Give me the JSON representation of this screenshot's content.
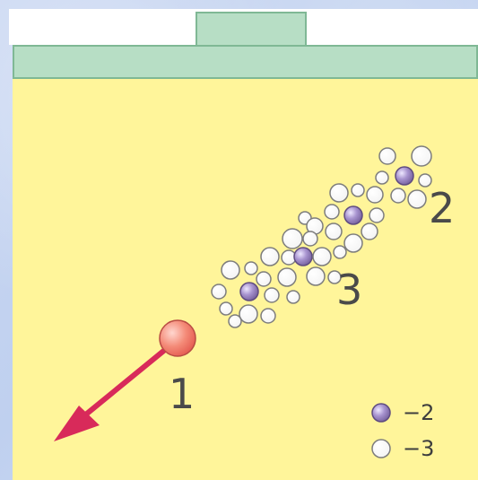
{
  "labels": {
    "projectile": "1",
    "track_end": "2",
    "track": "3"
  },
  "legend": [
    {
      "marker": "filled-purple-circle",
      "text": "−2"
    },
    {
      "marker": "open-white-circle",
      "text": "−3"
    }
  ],
  "colors": {
    "background": "#c9d7f0",
    "plate": "#b7dec5",
    "medium": "#fff59a",
    "arrow": "#d82a5a",
    "projectile": "#f06f63",
    "purple_particle": "#8d76b5",
    "white_particle": "#ffffff"
  }
}
